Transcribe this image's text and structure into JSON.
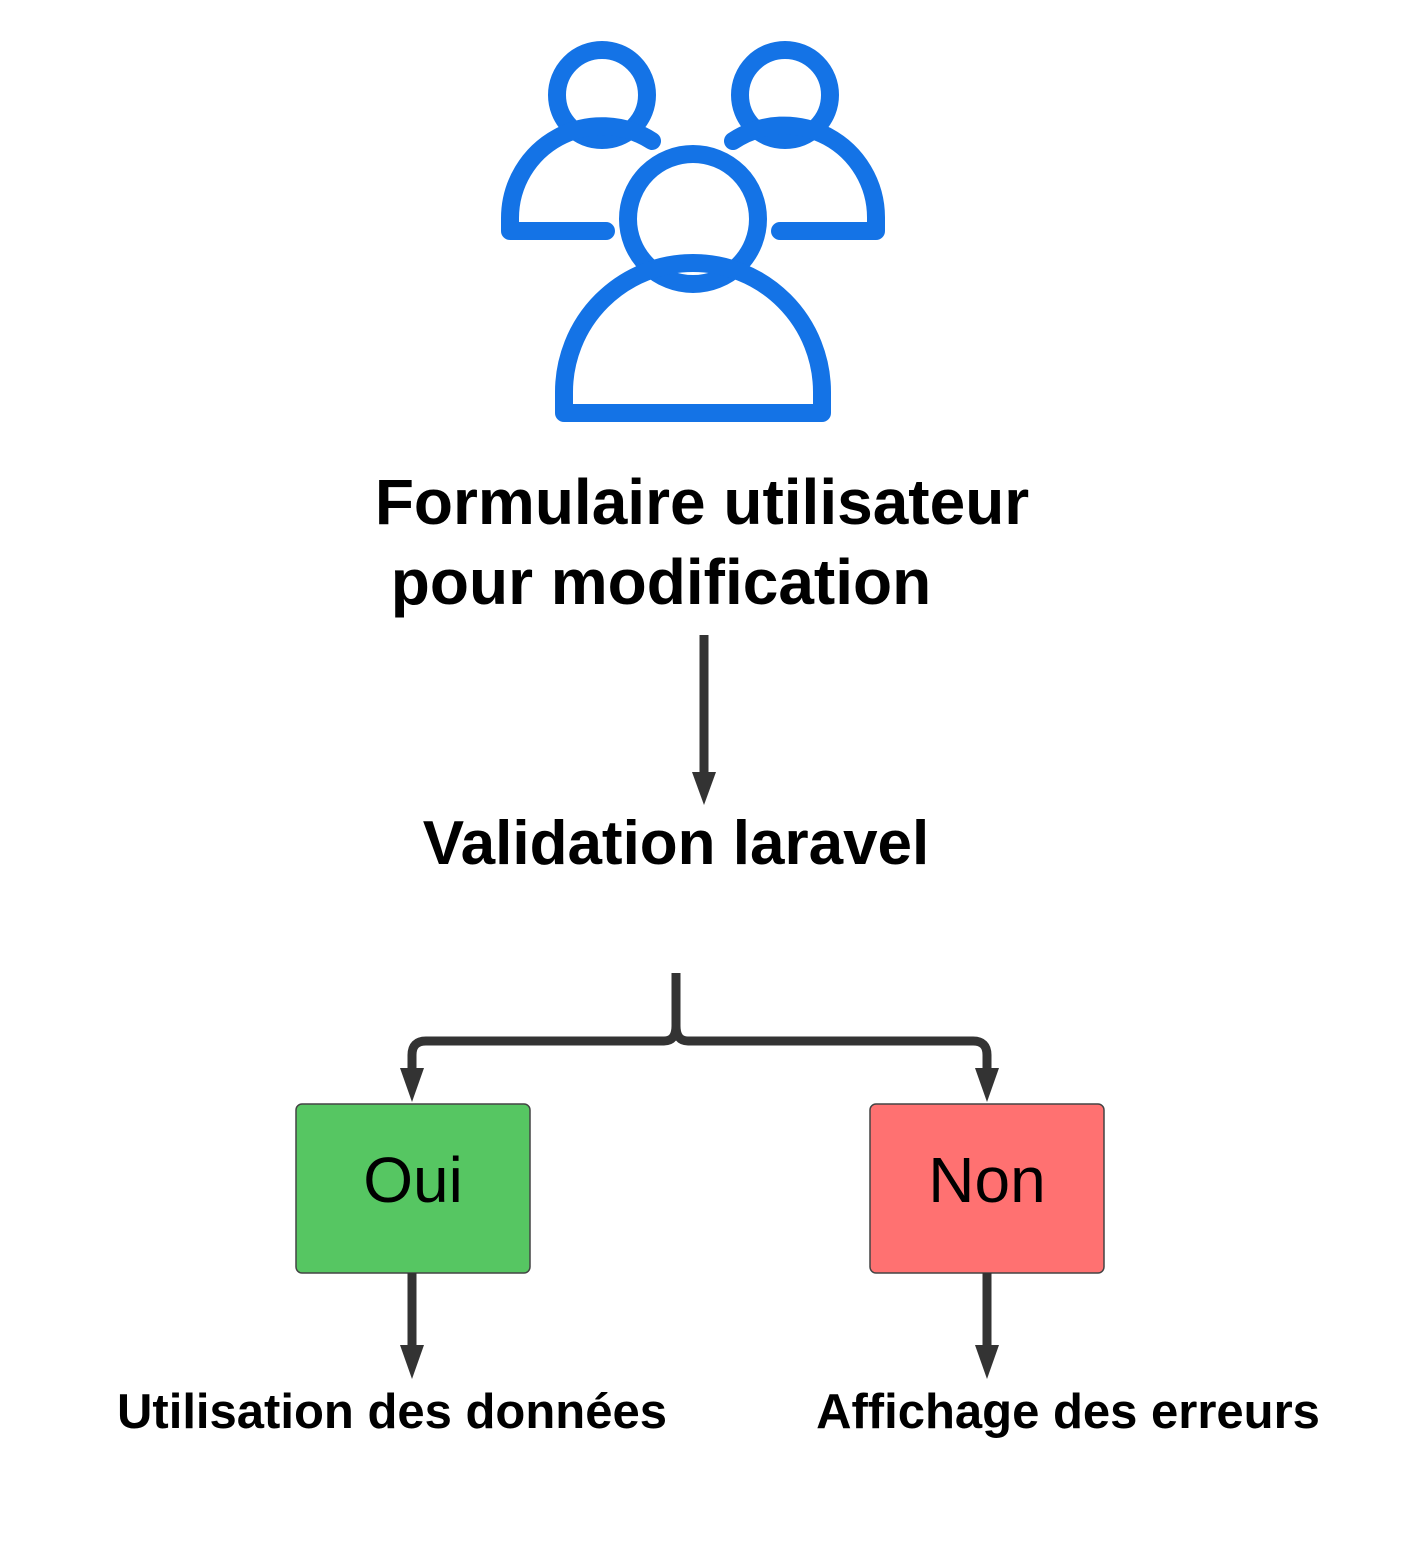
{
  "icon": {
    "name": "users-group-icon",
    "color": "#1473e6"
  },
  "start_node": {
    "line1": "Formulaire utilisateur",
    "line2": "pour modification"
  },
  "decision_node": {
    "label": "Validation laravel"
  },
  "branches": {
    "yes": {
      "label": "Oui",
      "fill": "#56c662",
      "outcome": "Utilisation des données"
    },
    "no": {
      "label": "Non",
      "fill": "#ff7171",
      "outcome": "Affichage des erreurs"
    }
  },
  "connector_color": "#333333"
}
